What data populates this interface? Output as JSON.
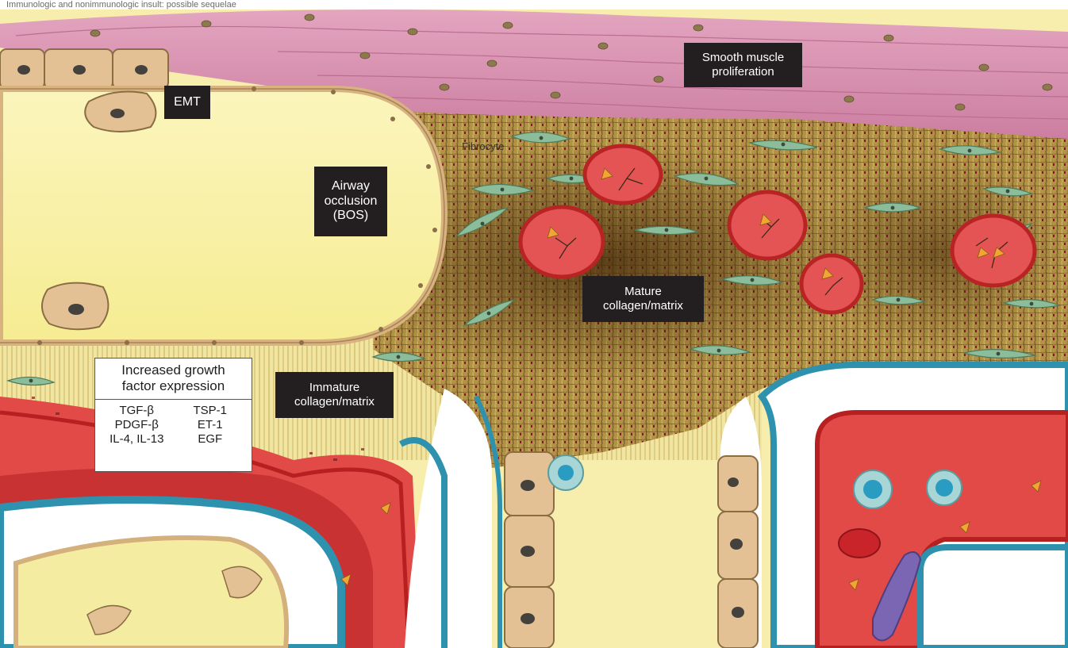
{
  "caption": "Immunologic and nonimmunologic insult: possible sequelae",
  "labels": {
    "emt": "EMT",
    "smooth_muscle": [
      "Smooth muscle",
      "proliferation"
    ],
    "airway": [
      "Airway",
      "occlusion",
      "(BOS)"
    ],
    "fibrocyte": "Fibrocyte",
    "mature": [
      "Mature",
      "collagen/matrix"
    ],
    "immature": [
      "Immature",
      "collagen/matrix"
    ]
  },
  "growth_factors": {
    "title": [
      "Increased growth",
      "factor expression"
    ],
    "left": [
      "TGF-β",
      "PDGF-β",
      "IL-4, IL-13"
    ],
    "right": [
      "TSP-1",
      "ET-1",
      "EGF"
    ]
  },
  "colors": {
    "smooth_muscle": "#d98fb0",
    "lumen": "#f9f2a6",
    "matrix": "#a8873a",
    "matrix_dark": "#5b3a12",
    "vessel": "#e04846",
    "vessel_dark": "#c02424",
    "endothelium": "#2e91ad",
    "epithelial_cell": "#e3c195",
    "fibrocyte": "#8bbd9b",
    "label_box": "#231f20"
  },
  "icons": [
    "epithelial-cell-icon",
    "fibrocyte-icon",
    "capillary-icon",
    "antibody-icon",
    "leukocyte-icon",
    "red-blood-cell-icon",
    "lymphocyte-icon",
    "macrophage-icon"
  ]
}
